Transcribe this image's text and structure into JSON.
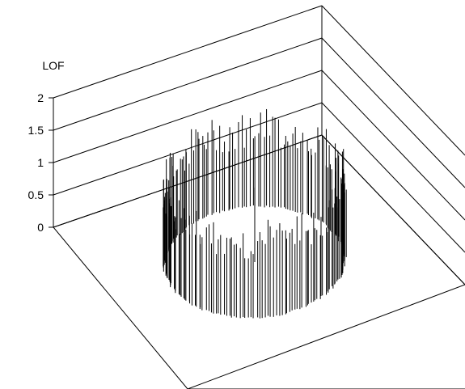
{
  "chart_data": {
    "type": "3d-stem",
    "zlabel": "LOF",
    "z_ticks": [
      "0",
      "0.5",
      "1",
      "1.5",
      "2"
    ],
    "zlim": [
      0,
      2
    ],
    "grid": true,
    "title": "",
    "xlabel": "",
    "ylabel": "",
    "center_point": {
      "u": 0.5,
      "v": 0.5,
      "value": 1.15
    },
    "ring": {
      "center": [
        0.5,
        0.5
      ],
      "radius": 0.3,
      "count": 200,
      "value_range": [
        0.9,
        1.5
      ]
    }
  }
}
